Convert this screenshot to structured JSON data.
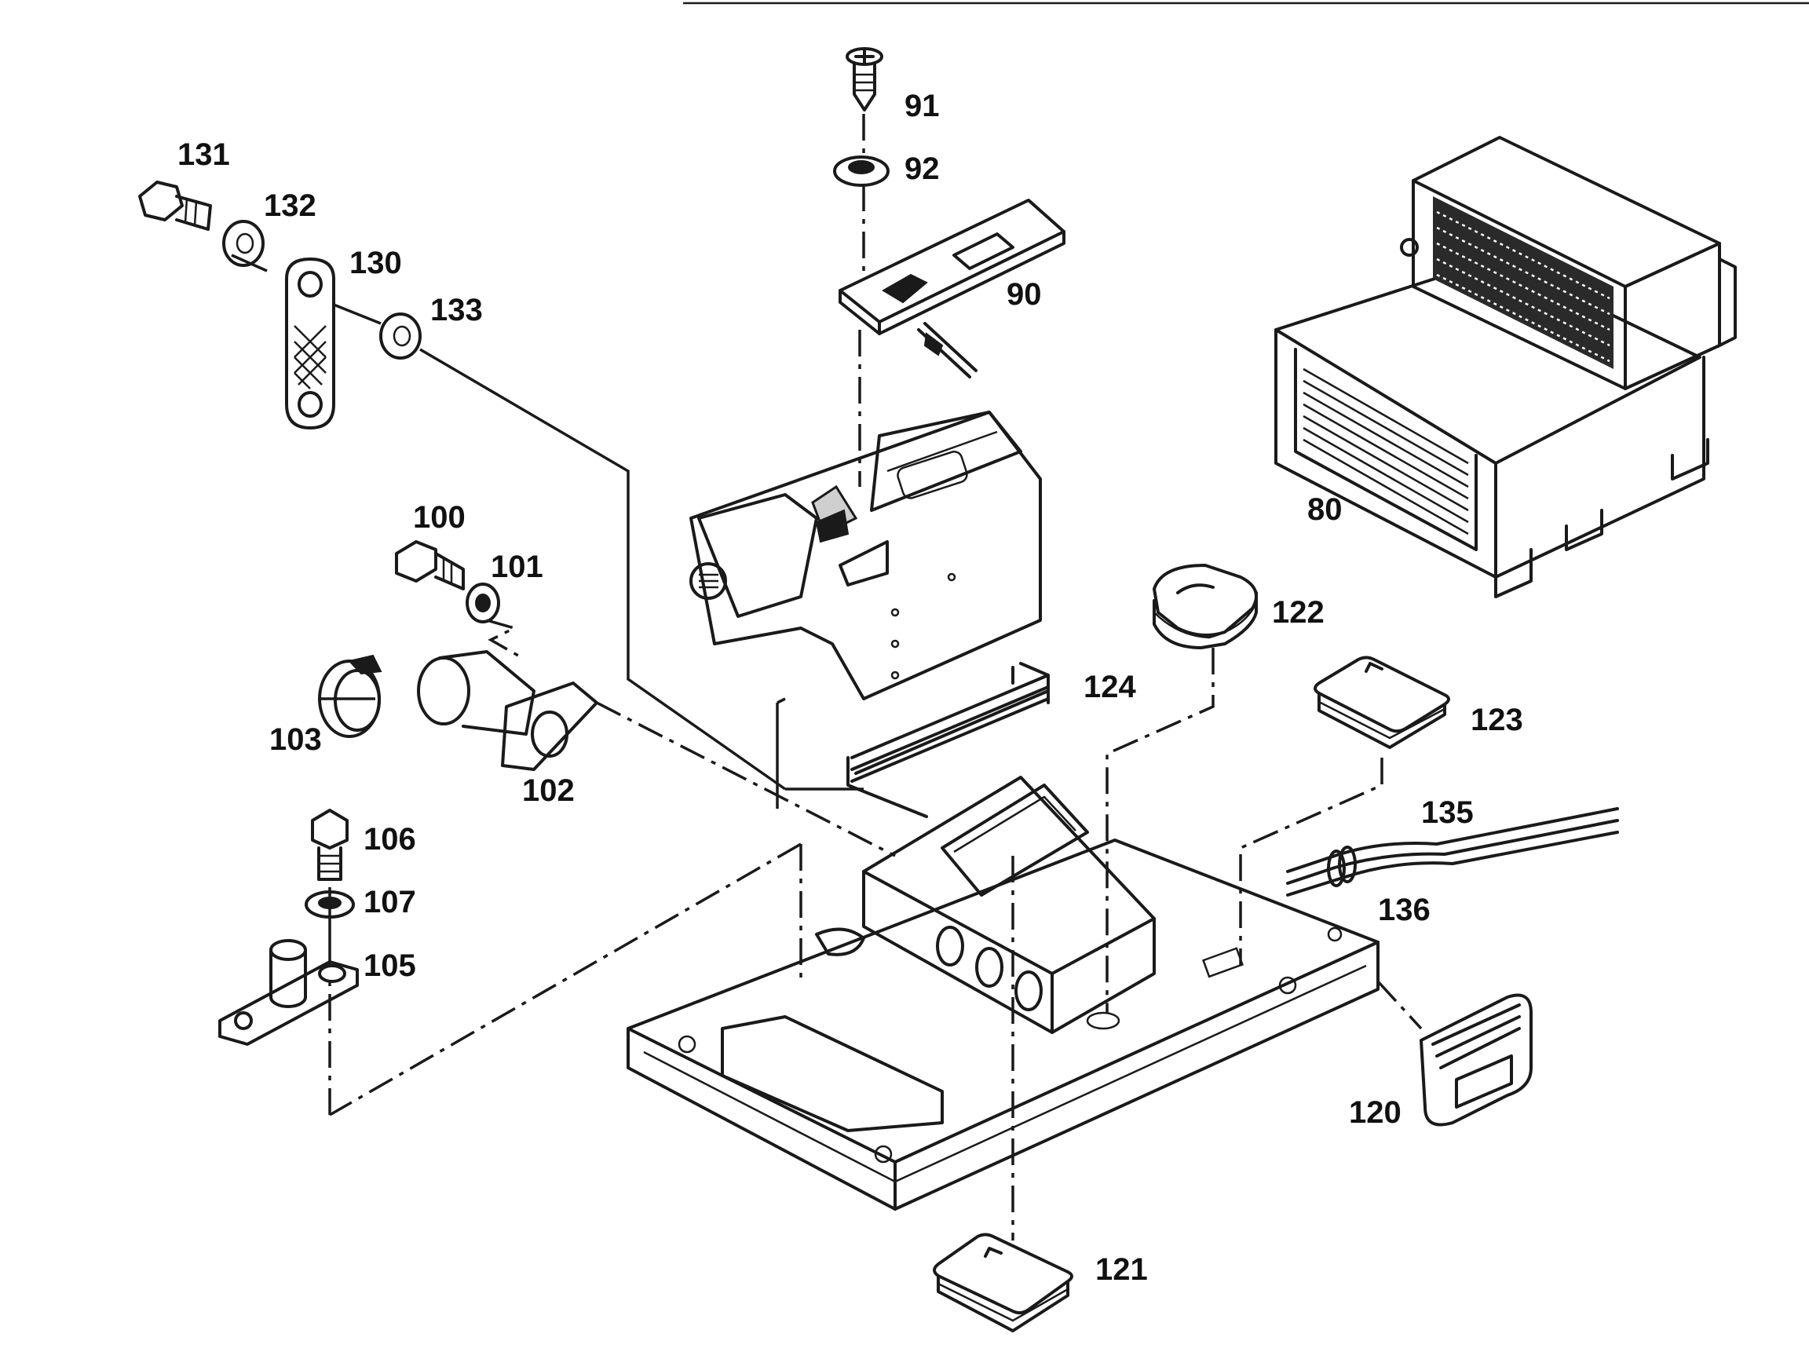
{
  "part_numbers": {
    "p80": "80",
    "p90": "90",
    "p91": "91",
    "p92": "92",
    "p100": "100",
    "p101": "101",
    "p102": "102",
    "p103": "103",
    "p105": "105",
    "p106": "106",
    "p107": "107",
    "p120": "120",
    "p121": "121",
    "p122": "122",
    "p123": "123",
    "p124": "124",
    "p130": "130",
    "p131": "131",
    "p132": "132",
    "p133": "133",
    "p135": "135",
    "p136": "136"
  }
}
